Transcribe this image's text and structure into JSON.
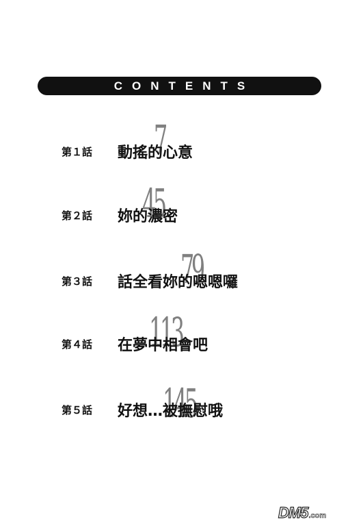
{
  "header": {
    "title": "CONTENTS"
  },
  "chapters": [
    {
      "label": "第１話",
      "title": "動搖的心意",
      "page": "7"
    },
    {
      "label": "第２話",
      "title": "妳的濃密",
      "page": "45"
    },
    {
      "label": "第３話",
      "title": "話全看妳的嗯嗯囉",
      "page": "79"
    },
    {
      "label": "第４話",
      "title": "在夢中相會吧",
      "page": "113"
    },
    {
      "label": "第５話",
      "title": "好想…被撫慰哦",
      "page": "145"
    }
  ],
  "watermark": {
    "main": "DM5",
    "sub": ".com"
  }
}
